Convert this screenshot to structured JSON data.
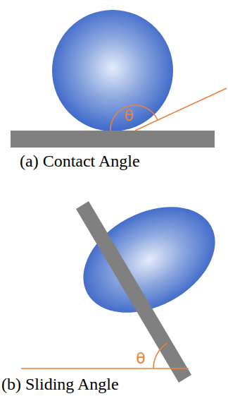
{
  "diagram": {
    "labels": [
      "θ",
      "(a) Contact Angle",
      "θ",
      "(b) Sliding Angle"
    ]
  }
}
